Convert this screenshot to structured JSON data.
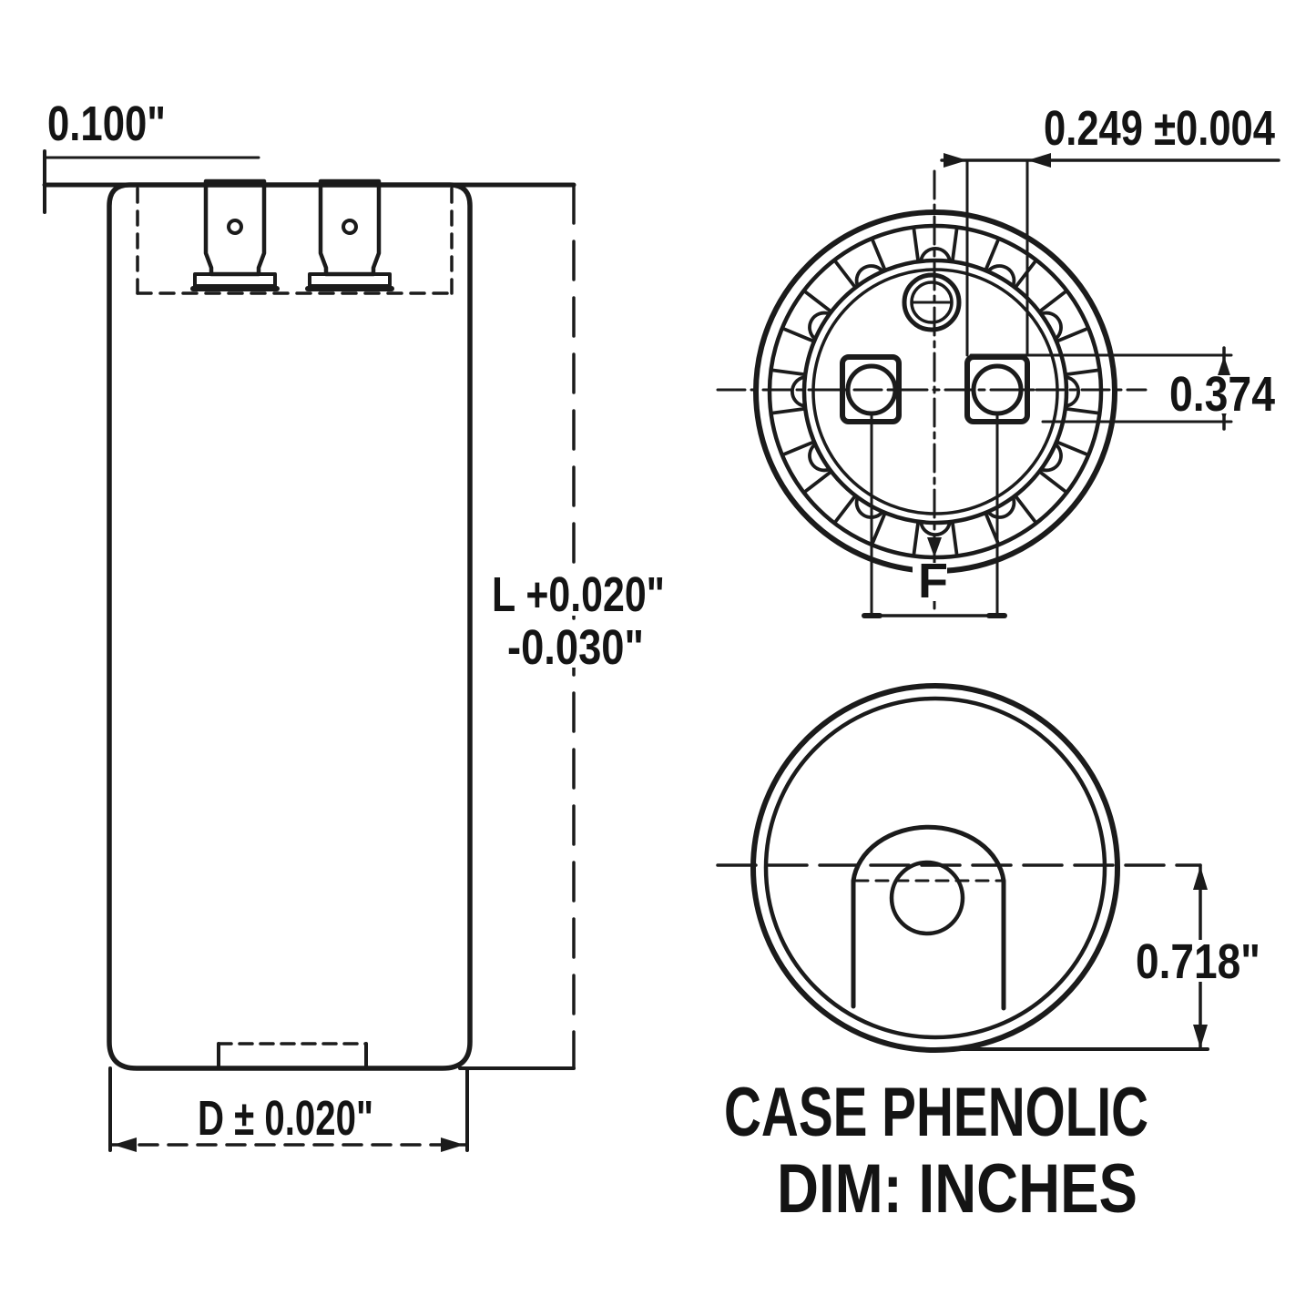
{
  "page": {
    "ink_color": "#1b1b1b",
    "paper_color": "#ffffff"
  },
  "side_view": {
    "dim_top_offset": "0.100\"",
    "dim_length_plus": "L +0.020\"",
    "dim_length_minus": "-0.030\"",
    "dim_diameter": "D ± 0.020\""
  },
  "top_view": {
    "dim_terminal_width": "0.249 ±0.004",
    "dim_terminal_height": "0.374",
    "dim_terminal_spacing": "F"
  },
  "bottom_view": {
    "dim_base_offset": "0.718\""
  },
  "caption": {
    "line1": "CASE PHENOLIC",
    "line2": "DIM: INCHES"
  }
}
